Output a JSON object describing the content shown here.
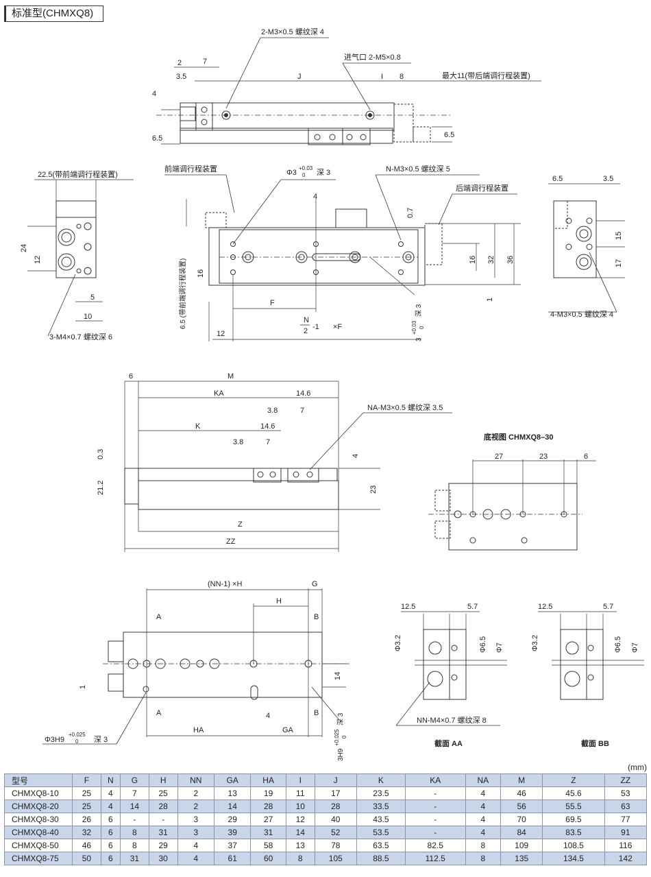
{
  "title": "标准型(CHMXQ8)",
  "labels": {
    "top_thread": "2-M3×0.5 螺纹深 4",
    "air_inlet": "进气口 2-M5×0.8",
    "max11": "最大11(带后端调行程装置)",
    "front_adj": "22.5(带前端调行程装置)",
    "front_adj_device": "前端调行程装置",
    "phi3_hole_prefix": "Φ3",
    "phi3_tol_up": "+0.03",
    "phi3_tol_low": "0",
    "phi3_depth": "深 3",
    "n_thread": "N-M3×0.5 螺纹深 5",
    "rear_adj_device": "后端调行程装置",
    "left_thread": "3-M4×0.7 螺纹深 6",
    "right_thread": "4-M3×0.5 螺纹深 4",
    "vertical_front": "6.5 (带前端调行程装置)",
    "formula_n": "N",
    "formula_den": "2",
    "formula_rest": "-1",
    "formula_f": "×F",
    "depth3_vertical": "3",
    "depth3_tol_up": "+0.03",
    "depth3_tol_low": "0",
    "depth3_suffix": "深 3",
    "na_thread": "NA-M3×0.5 螺纹深 3.5",
    "bottom_view": "底视图 CHMXQ8–30",
    "nn_formula": "(NN-1) ×H",
    "phi3h9_prefix": "Φ3H9",
    "phi3h9_tol_up": "+0.025",
    "phi3h9_tol_low": "0",
    "phi3h9_suffix": "深 3",
    "h9_vertical": "3H9",
    "h9_tol_up": "+0.025",
    "h9_tol_low": "0",
    "h9_suffix": "深 3",
    "nn_thread": "NN-M4×0.7 螺纹深 8",
    "section_aa": "截面 AA",
    "section_bb": "截面 BB",
    "unit": "(mm)"
  },
  "dims": {
    "d2": "2",
    "d7": "7",
    "d3_5": "3.5",
    "d4": "4",
    "d6_5": "6.5",
    "J": "J",
    "I": "I",
    "d8": "8",
    "d24": "24",
    "d12": "12",
    "d5": "5",
    "d10": "10",
    "d0_7": "0.7",
    "d16": "16",
    "d32": "32",
    "d36": "36",
    "d1": "1",
    "F": "F",
    "d12b": "12",
    "d15": "15",
    "d17": "17",
    "d6": "6",
    "M": "M",
    "KA": "KA",
    "d14_6": "14.6",
    "d3_8": "3.8",
    "K": "K",
    "d0_3": "0.3",
    "d21_2": "21.2",
    "d23": "23",
    "Z": "Z",
    "ZZ": "ZZ",
    "d27": "27",
    "G": "G",
    "H": "H",
    "A": "A",
    "B": "B",
    "d14": "14",
    "HA": "HA",
    "GA": "GA",
    "d12_5": "12.5",
    "d5_7": "5.7",
    "phi3_2": "Φ3.2",
    "phi6_5": "Φ6.5",
    "phi7": "Φ7"
  },
  "table": {
    "headers": [
      "型号",
      "F",
      "N",
      "G",
      "H",
      "NN",
      "GA",
      "HA",
      "I",
      "J",
      "K",
      "KA",
      "NA",
      "M",
      "Z",
      "ZZ"
    ],
    "rows": [
      [
        "CHMXQ8-10",
        "25",
        "4",
        "7",
        "25",
        "2",
        "13",
        "19",
        "11",
        "17",
        "23.5",
        "-",
        "4",
        "46",
        "45.6",
        "53"
      ],
      [
        "CHMXQ8-20",
        "25",
        "4",
        "14",
        "28",
        "2",
        "14",
        "28",
        "10",
        "28",
        "33.5",
        "-",
        "4",
        "56",
        "55.5",
        "63"
      ],
      [
        "CHMXQ8-30",
        "26",
        "6",
        "-",
        "-",
        "3",
        "29",
        "27",
        "12",
        "40",
        "43.5",
        "-",
        "4",
        "70",
        "69.5",
        "77"
      ],
      [
        "CHMXQ8-40",
        "32",
        "6",
        "8",
        "31",
        "3",
        "39",
        "31",
        "14",
        "52",
        "53.5",
        "-",
        "4",
        "84",
        "83.5",
        "91"
      ],
      [
        "CHMXQ8-50",
        "46",
        "6",
        "8",
        "29",
        "4",
        "37",
        "58",
        "13",
        "78",
        "63.5",
        "82.5",
        "8",
        "109",
        "108.5",
        "116"
      ],
      [
        "CHMXQ8-75",
        "50",
        "6",
        "31",
        "30",
        "4",
        "61",
        "60",
        "8",
        "105",
        "88.5",
        "112.5",
        "8",
        "135",
        "134.5",
        "142"
      ]
    ]
  }
}
